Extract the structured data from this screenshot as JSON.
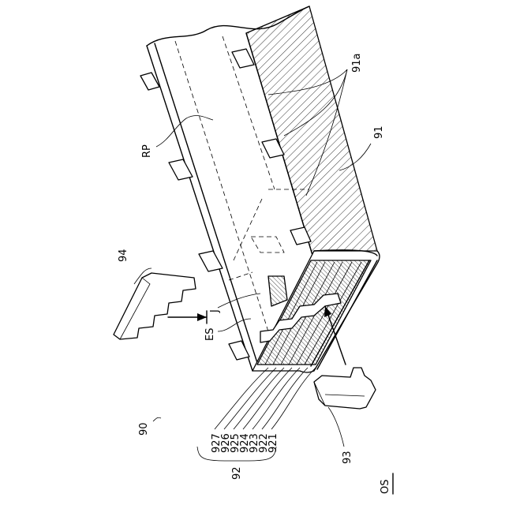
{
  "labels": {
    "fig_ref": "90",
    "part_91": "91",
    "part_91a": "91a",
    "part_92": "92",
    "part_93": "93",
    "part_94": "94",
    "rp": "RP",
    "es": "ES",
    "j": "J",
    "os": "OS",
    "layers": [
      "927",
      "926",
      "925",
      "924",
      "923",
      "922",
      "921"
    ]
  }
}
